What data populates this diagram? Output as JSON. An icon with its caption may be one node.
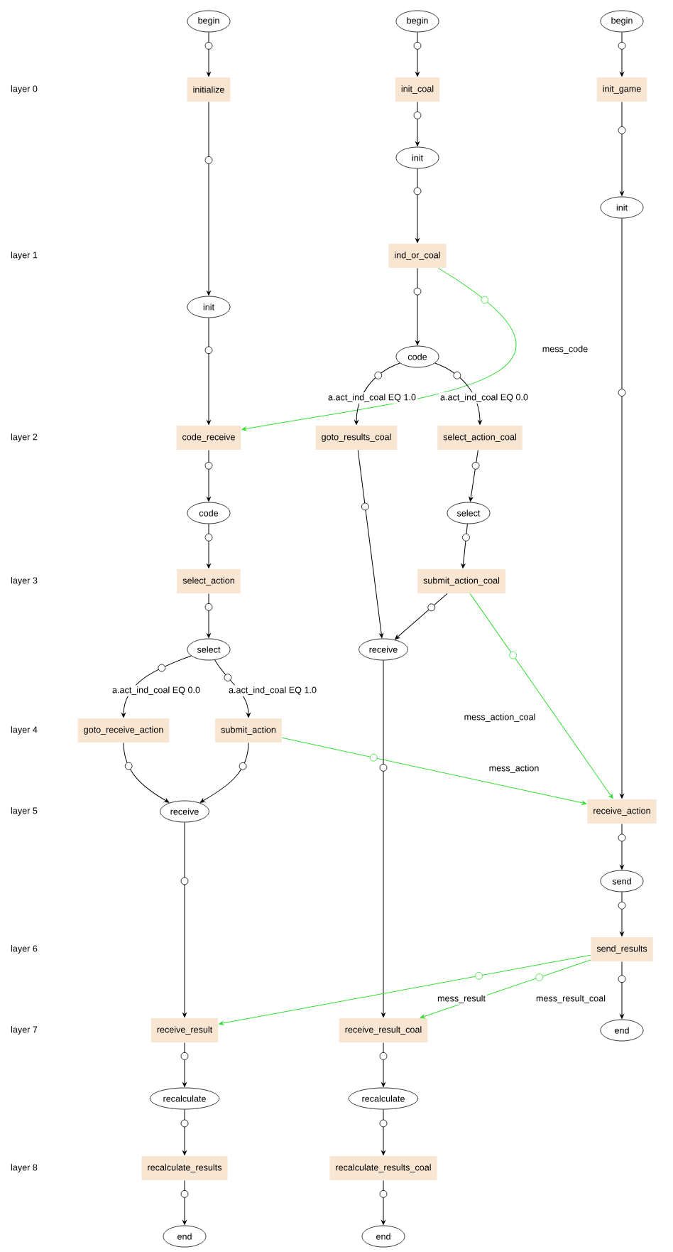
{
  "diagram": {
    "nodes": [
      {
        "text": [
          "begin"
        ]
      },
      {
        "text": [
          "begin"
        ]
      },
      {
        "text": [
          "begin"
        ]
      },
      {
        "text": [
          "initialize"
        ]
      },
      {
        "text": [
          "init_coal"
        ]
      },
      {
        "text": [
          "init_game"
        ]
      },
      {
        "text": [
          "init"
        ]
      },
      {
        "text": [
          "init"
        ]
      },
      {
        "text": [
          "ind_or_coal"
        ]
      },
      {
        "text": [
          "init"
        ]
      },
      {
        "text": [
          "code"
        ]
      },
      {
        "text": [
          "code_receive"
        ]
      },
      {
        "text": [
          "goto_results_coal"
        ]
      },
      {
        "text": [
          "select_action_coal"
        ]
      },
      {
        "text": [
          "code"
        ]
      },
      {
        "text": [
          "select"
        ]
      },
      {
        "text": [
          "select_action"
        ]
      },
      {
        "text": [
          "submit_action_coal"
        ]
      },
      {
        "text": [
          "select"
        ]
      },
      {
        "text": [
          "receive"
        ]
      },
      {
        "text": [
          "goto_receive_action"
        ]
      },
      {
        "text": [
          "submit_action"
        ]
      },
      {
        "text": [
          "receive"
        ]
      },
      {
        "text": [
          "receive_action"
        ]
      },
      {
        "text": [
          "send"
        ]
      },
      {
        "text": [
          "send_results"
        ]
      },
      {
        "text": [
          "receive_result"
        ]
      },
      {
        "text": [
          "receive_result_coal"
        ]
      },
      {
        "text": [
          "end"
        ]
      },
      {
        "text": [
          "recalculate"
        ]
      },
      {
        "text": [
          "recalculate"
        ]
      },
      {
        "text": [
          "recalculate_results"
        ]
      },
      {
        "text": [
          "recalculate_results_coal"
        ]
      },
      {
        "text": [
          "end"
        ]
      },
      {
        "text": [
          "end"
        ]
      }
    ],
    "edges": [
      {
        "from": 0,
        "to": 3,
        "arrow": "to"
      },
      {
        "from": 1,
        "to": 4,
        "arrow": "to"
      },
      {
        "from": 2,
        "to": 5,
        "arrow": "to"
      },
      {
        "from": 4,
        "to": 6,
        "arrow": "to"
      },
      {
        "from": 6,
        "to": 8,
        "arrow": "to"
      },
      {
        "from": 3,
        "to": 9,
        "arrow": "to"
      },
      {
        "from": 5,
        "to": 7,
        "arrow": "to"
      },
      {
        "from": 8,
        "to": 10,
        "arrow": "to"
      },
      {
        "from": 8,
        "to": 11,
        "arrow": "to",
        "label": "mess_code",
        "color": "#33dd33"
      },
      {
        "from": 10,
        "to": 12,
        "arrow": "to",
        "label": "a.act_ind_coal EQ 1.0"
      },
      {
        "from": 10,
        "to": 13,
        "arrow": "to",
        "label": "a.act_ind_coal EQ 0.0"
      },
      {
        "from": 9,
        "to": 11,
        "arrow": "to"
      },
      {
        "from": 7,
        "to": 23,
        "arrow": "to"
      },
      {
        "from": 11,
        "to": 14,
        "arrow": "to"
      },
      {
        "from": 13,
        "to": 15,
        "arrow": "to"
      },
      {
        "from": 14,
        "to": 16,
        "arrow": "to"
      },
      {
        "from": 15,
        "to": 17,
        "arrow": "to"
      },
      {
        "from": 12,
        "to": 19,
        "arrow": "to"
      },
      {
        "from": 17,
        "to": 19,
        "arrow": "to"
      },
      {
        "from": 16,
        "to": 18,
        "arrow": "to"
      },
      {
        "from": 17,
        "to": 23,
        "arrow": "to",
        "label": "mess_action_coal",
        "color": "#33dd33"
      },
      {
        "from": 18,
        "to": 20,
        "arrow": "to",
        "label": "a.act_ind_coal EQ 0.0"
      },
      {
        "from": 18,
        "to": 21,
        "arrow": "to",
        "label": "a.act_ind_coal EQ 1.0"
      },
      {
        "from": 21,
        "to": 23,
        "arrow": "to",
        "label": "mess_action",
        "color": "#33dd33"
      },
      {
        "from": 20,
        "to": 22,
        "arrow": "to"
      },
      {
        "from": 21,
        "to": 22,
        "arrow": "to"
      },
      {
        "from": 22,
        "to": 26,
        "arrow": "to"
      },
      {
        "from": 19,
        "to": 27,
        "arrow": "to"
      },
      {
        "from": 23,
        "to": 24,
        "arrow": "to"
      },
      {
        "from": 24,
        "to": 25,
        "arrow": "to"
      },
      {
        "from": 25,
        "to": 26,
        "arrow": "to",
        "label": "mess_result",
        "color": "#33dd33"
      },
      {
        "from": 25,
        "to": 27,
        "arrow": "to",
        "label": "mess_result_coal",
        "color": "#33dd33"
      },
      {
        "from": 25,
        "to": 28,
        "arrow": "to"
      },
      {
        "from": 26,
        "to": 29,
        "arrow": "to"
      },
      {
        "from": 27,
        "to": 30,
        "arrow": "to"
      },
      {
        "from": 29,
        "to": 31,
        "arrow": "to"
      },
      {
        "from": 30,
        "to": 32,
        "arrow": "to"
      },
      {
        "from": 31,
        "to": 33,
        "arrow": "to"
      },
      {
        "from": 32,
        "to": 34,
        "arrow": "to"
      }
    ],
    "labels": [
      "layer 0",
      "layer 1",
      "layer 2",
      "layer 3",
      "layer 4",
      "layer 5",
      "layer 6",
      "layer 7",
      "layer 8"
    ]
  }
}
